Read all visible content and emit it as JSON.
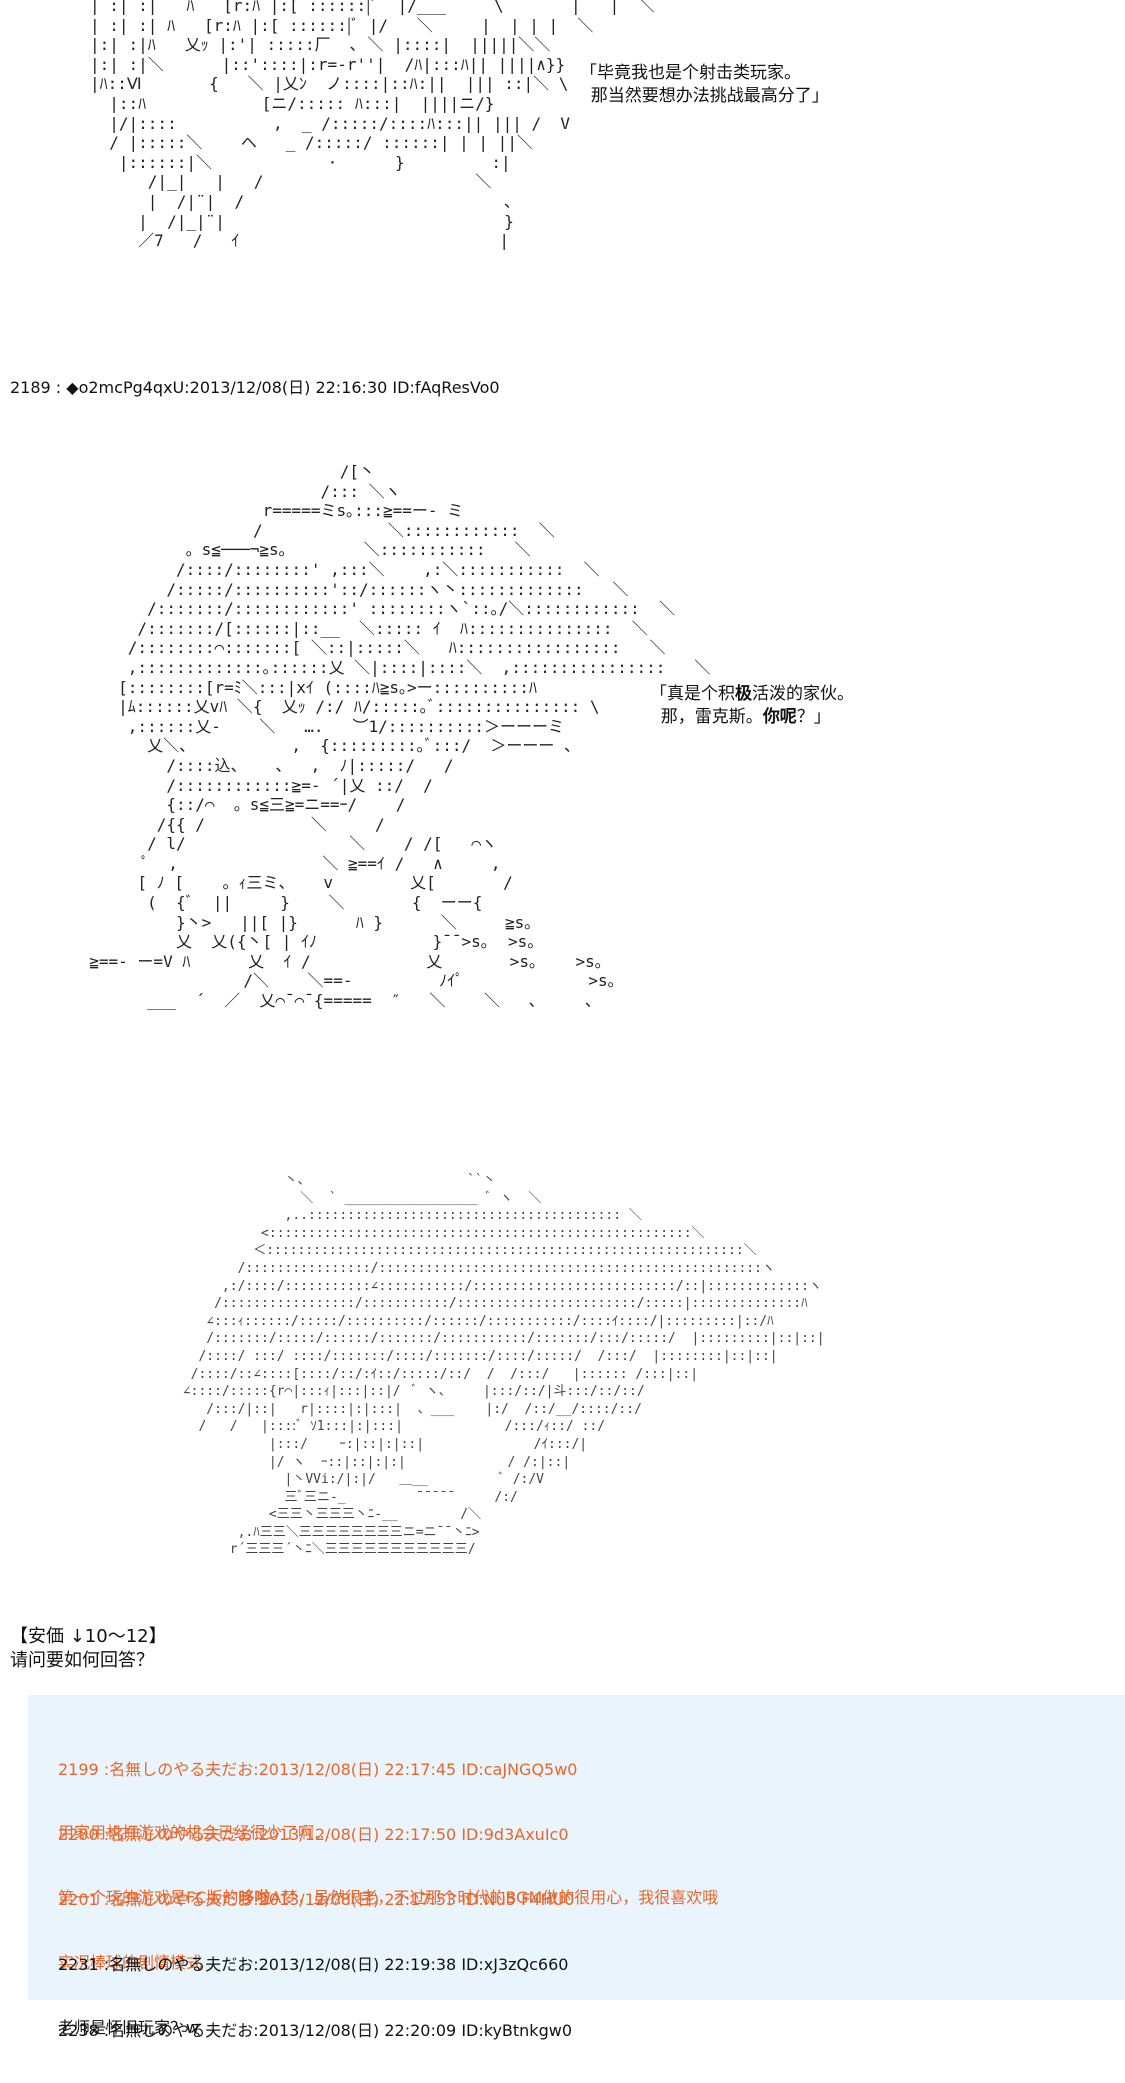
{
  "speech_1": {
    "line1": "「毕竟我也是个射击类玩家。",
    "line2": "  那当然要想办法挑战最高分了」"
  },
  "post": {
    "number": "2189",
    "author": "◆o2mcPg4qxU",
    "datetime": "2013/12/08(日) 22:16:30",
    "id": "ID:fAqResVo0"
  },
  "speech_2": {
    "line1_prefix": "「真是个积",
    "line1_bold": "极",
    "line1_suffix": "活泼的家伙。",
    "line2_prefix": "  那，雷克斯。",
    "line2_bold": "你呢",
    "line2_suffix": "？」"
  },
  "price": {
    "line1": "【安価 ↓10～12】",
    "line2": "请问要如何回答？"
  },
  "comments": [
    {
      "meta": "2199 :名無しのやる夫だお:2013/12/08(日) 22:17:45 ID:caJNGQ5w0",
      "body": "用家用机打游戏的机会已经很少了啊…",
      "style": "orange"
    },
    {
      "meta": "2200 :名無しのやる夫だお:2013/12/08(日) 22:17:50 ID:9d3AxuIc0",
      "body_prefix": "第一个玩的游戏是FC版的",
      "body_bold": "哆啦",
      "body_suffix": "A梦，虽然很老，不过那个时代的BGM做的很用心，我很喜欢哦",
      "style": "orange"
    },
    {
      "meta": "2201 :名無しのやる夫だお:2013/12/08(日) 22:17:53 ID:Nu5 F4HU0",
      "body": "实况棒球的剧情模式",
      "style": "orange"
    },
    {
      "meta": "2231 :名無しのやる夫だお:2013/12/08(日) 22:19:38 ID:xJ3zQc660",
      "body": "老师是怀旧玩家？w",
      "style": "dark"
    },
    {
      "meta": "2238 :名無しのやる夫だお:2013/12/08(日) 22:20:09 ID:kyBtnkgw0",
      "body": "",
      "style": "dark"
    }
  ],
  "colors": {
    "background": "#ffffff",
    "comment_panel": "#eaf4fc",
    "orange_text": "#e8662b",
    "dark_text": "#111111"
  }
}
